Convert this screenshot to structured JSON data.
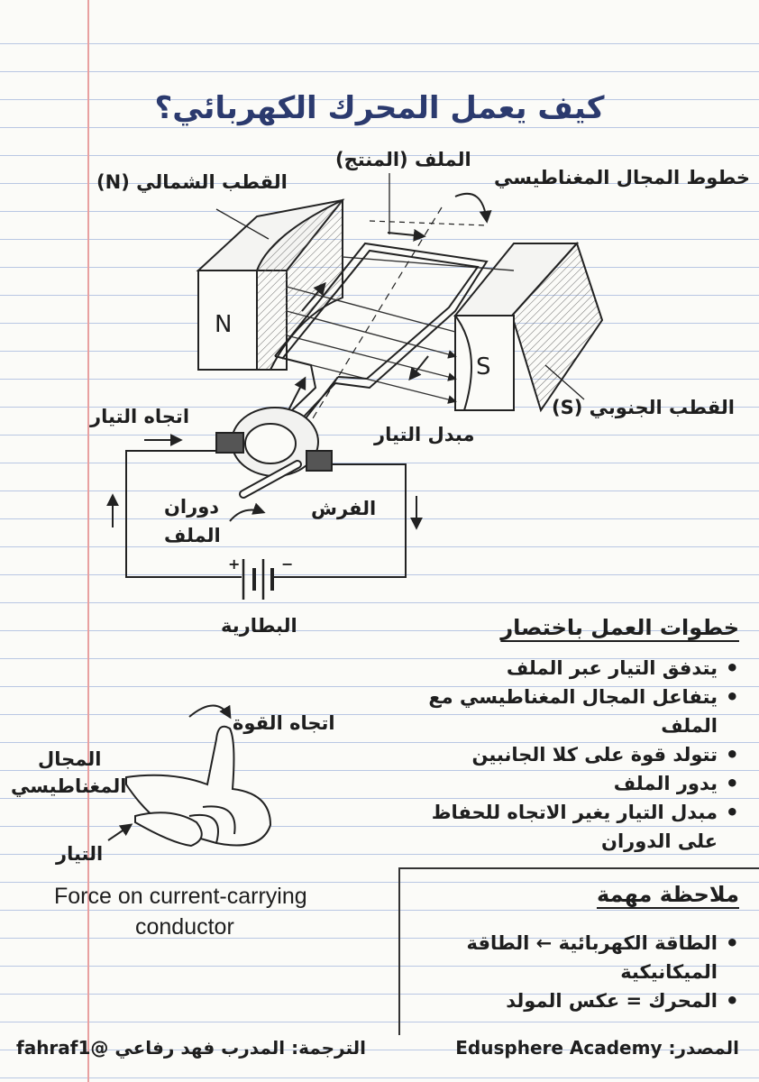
{
  "title": "كيف يعمل المحرك الكهربائي؟",
  "labels": {
    "coil": "الملف (المنتج)",
    "field_lines": "خطوط المجال المغناطيسي",
    "north_pole": "القطب الشمالي (N)",
    "south_pole": "القطب الجنوبي (S)",
    "n": "N",
    "s": "S",
    "current_direction": "اتجاه التيار",
    "commutator": "مبدل التيار",
    "brushes": "الفرش",
    "coil_rotation_1": "دوران",
    "coil_rotation_2": "الملف",
    "battery": "البطارية",
    "plus": "+",
    "minus": "−"
  },
  "steps": {
    "heading": "خطوات العمل باختصار",
    "items": [
      "يتدفق التيار عبر الملف",
      "يتفاعل المجال المغناطيسي مع الملف",
      "تتولد قوة على كلا الجانبين",
      "يدور الملف",
      "مبدل التيار يغير الاتجاه للحفاظ على الدوران"
    ]
  },
  "hand": {
    "force_direction": "اتجاه القوة",
    "field_1": "المجال",
    "field_2": "المغناطيسي",
    "current": "التيار",
    "caption_1": "Force on current-carrying",
    "caption_2": "conductor"
  },
  "note": {
    "heading": "ملاحظة مهمة",
    "items": [
      "الطاقة الكهربائية ← الطاقة الميكانيكية",
      "المحرك = عكس المولد"
    ]
  },
  "footer": {
    "source": "المصدر: Edusphere Academy",
    "translation": "الترجمة: المدرب فهد رفاعي @fahraf1"
  },
  "colors": {
    "title": "#2b3a6e",
    "margin": "#e8a0a0",
    "rule": "#b9c7e3"
  }
}
